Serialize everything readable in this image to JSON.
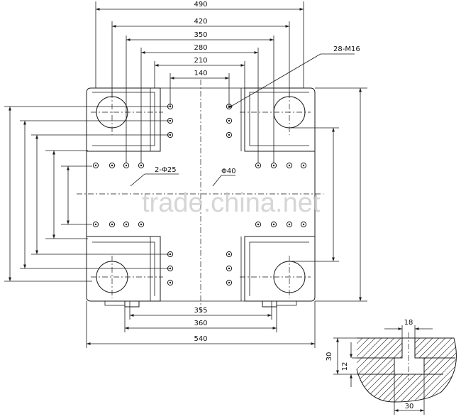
{
  "dimensions_top": {
    "d490": "490",
    "d420": "420",
    "d350": "350",
    "d280": "280",
    "d210": "210",
    "d140": "140"
  },
  "dimensions_bottom": {
    "d355": "355",
    "d360": "360",
    "d540": "540"
  },
  "callouts": {
    "thread": "28-M16",
    "holes_small": "2-Φ25",
    "hole_center": "Φ40"
  },
  "detail": {
    "d18": "18",
    "d30_left": "30",
    "d12": "12",
    "d30_bottom": "30"
  },
  "watermark": "trade.china.net"
}
